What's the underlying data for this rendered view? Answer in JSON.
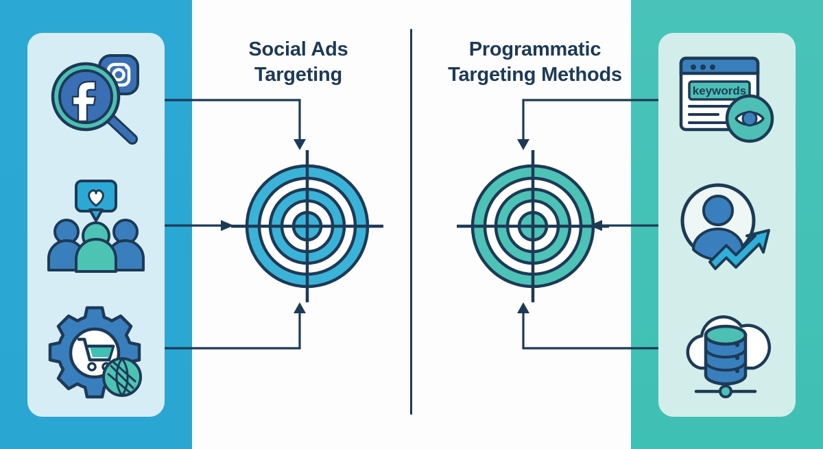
{
  "diagram": {
    "background_color": "#fdfdfd",
    "accent_blue": "#2ba9d4",
    "accent_teal": "#49c3b9",
    "outline_navy": "#1d3a56"
  },
  "left_panel": {
    "band_color": "#2ba9d4",
    "card_color": "#d7edf6",
    "title_line1": "Social Ads",
    "title_line2": "Targeting",
    "icons": [
      {
        "name": "social-platform-search",
        "label": "Facebook and Instagram search"
      },
      {
        "name": "audience-engagement",
        "label": "Audience with heart engagement"
      },
      {
        "name": "ecommerce-interest",
        "label": "Shopping cart gear with interests"
      }
    ]
  },
  "right_panel": {
    "band_color": "#49c3b9",
    "card_color": "#d3eeea",
    "title_line1": "Programmatic",
    "title_line2": "Targeting Methods",
    "keyword_chip": "keywords",
    "icons": [
      {
        "name": "contextual-keywords",
        "label": "Browser keywords with eye"
      },
      {
        "name": "behavioral-audience",
        "label": "User profile with trend arrow"
      },
      {
        "name": "data-cloud",
        "label": "Cloud database"
      }
    ]
  },
  "targets": {
    "left": {
      "name": "social-ads-target",
      "ring_color": "#3bb3d8",
      "rings": 3
    },
    "right": {
      "name": "programmatic-target",
      "ring_color": "#4cc3b6",
      "rings": 3
    }
  },
  "connectors": [
    {
      "name": "left-top-connector",
      "from": "social-platform-search",
      "to": "social-ads-target",
      "direction": "down"
    },
    {
      "name": "left-middle-connector",
      "from": "audience-engagement",
      "to": "social-ads-target",
      "direction": "right"
    },
    {
      "name": "left-bottom-connector",
      "from": "ecommerce-interest",
      "to": "social-ads-target",
      "direction": "up"
    },
    {
      "name": "right-top-connector",
      "from": "contextual-keywords",
      "to": "programmatic-target",
      "direction": "down"
    },
    {
      "name": "right-middle-connector",
      "from": "behavioral-audience",
      "to": "programmatic-target",
      "direction": "left"
    },
    {
      "name": "right-bottom-connector",
      "from": "data-cloud",
      "to": "programmatic-target",
      "direction": "up"
    }
  ]
}
